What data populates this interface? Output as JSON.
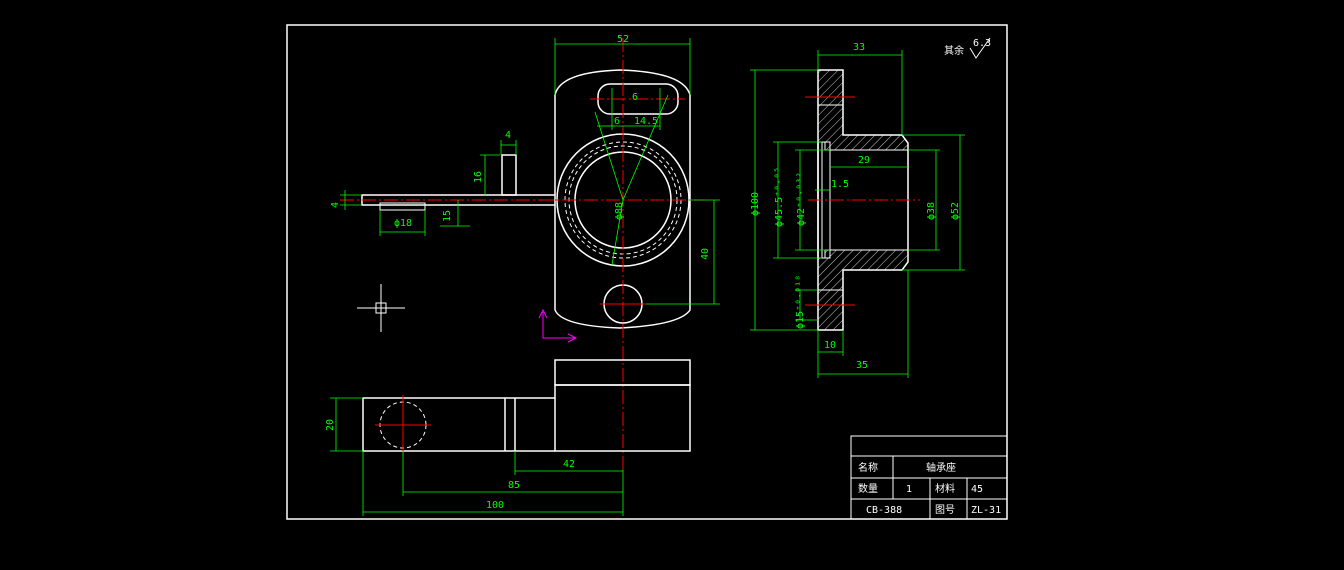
{
  "drawing": {
    "roughness": {
      "label": "其余",
      "value": "6.3"
    },
    "dims": {
      "d52": "52",
      "d33": "33",
      "d6": "6",
      "d145": "14.5",
      "d6b": "6",
      "d4": "4",
      "d16": "16",
      "d4b": "4",
      "d18": "ϕ18",
      "d15": "15",
      "d88": "ϕ88",
      "d40": "40",
      "d100dia": "ϕ100",
      "d455": "ϕ45.5⁺⁰·⁰⁵",
      "d42": "ϕ42⁺⁰·⁰³²",
      "d29": "29",
      "d15b": "1.5",
      "d38": "ϕ38",
      "d52b": "ϕ52",
      "d15h": "ϕ15⁺⁰·⁰¹⁸",
      "d10": "10",
      "d35": "35",
      "d20": "20",
      "d42b": "42",
      "d85": "85",
      "d100": "100"
    }
  },
  "title_block": {
    "name_label": "名称",
    "name_value": "轴承座",
    "qty_label": "数量",
    "qty_value": "1",
    "material_label": "材料",
    "material_value": "45",
    "code": "CB-388",
    "drawing_no_label": "图号",
    "drawing_no_value": "ZL-31"
  }
}
